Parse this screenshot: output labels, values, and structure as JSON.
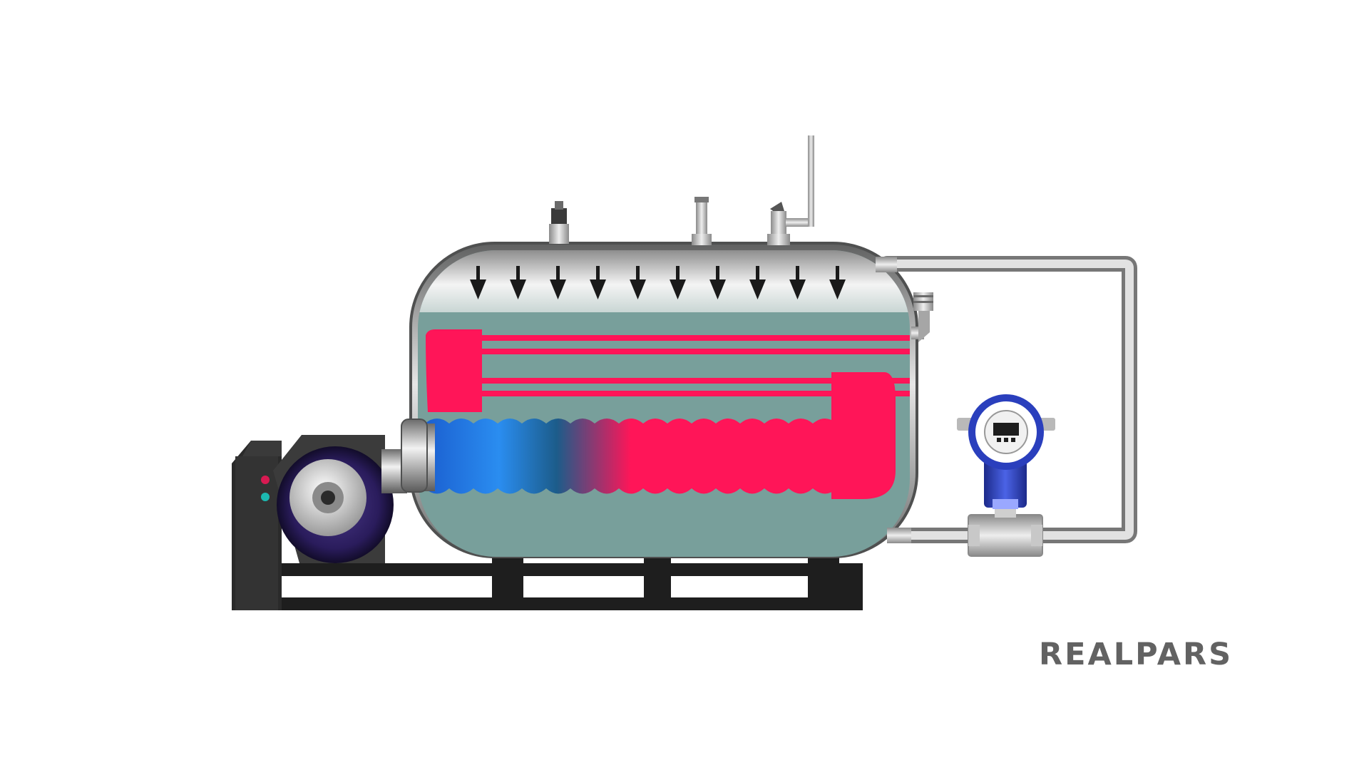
{
  "brand": {
    "name": "REALPARS"
  },
  "colors": {
    "water": "#789f9b",
    "hot_gas": "#ff1558",
    "flame_blue": "#1f6fd6",
    "steel_dark": "#4f5050",
    "steel_light": "#d8d8d8",
    "frame": "#1e1e1e",
    "fan_purple": "#2f1f66",
    "transmitter_blue": "#2a3fbd",
    "arrow": "#1a1a1a"
  },
  "icons": [
    "boiler-vessel",
    "burner-fan",
    "pressure-safety-valve",
    "steam-outlet",
    "level-transmitter",
    "flow-meter",
    "pressure-arrow"
  ]
}
